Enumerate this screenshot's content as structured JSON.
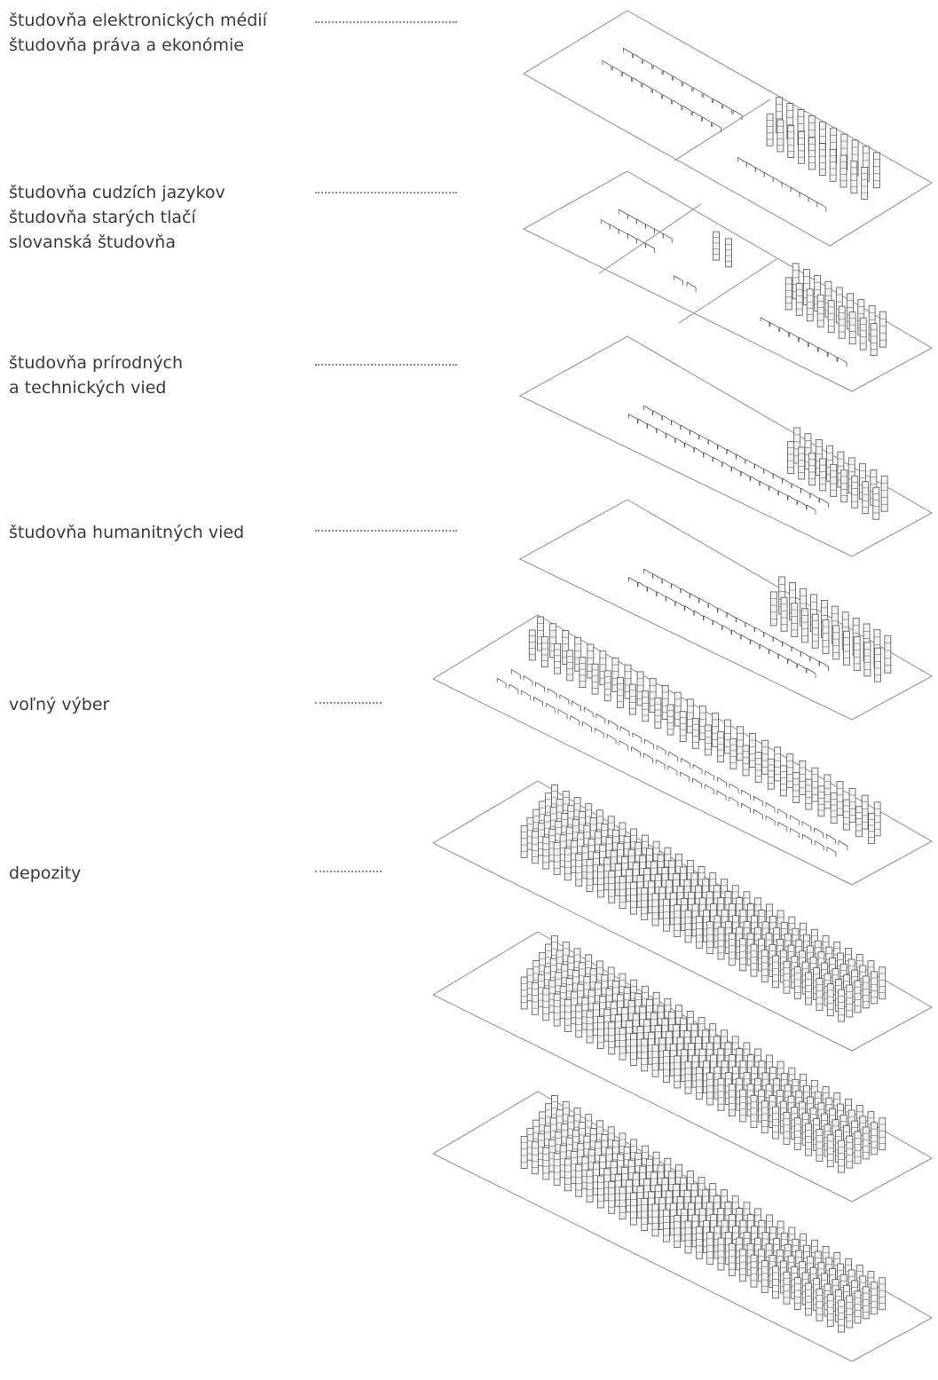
{
  "labels": [
    {
      "lines": [
        "študovňa elektronických médií",
        "študovňa práva a ekonómie"
      ]
    },
    {
      "lines": [
        "študovňa cudzích jazykov",
        "študovňa starých tlačí",
        "slovanská študovňa"
      ]
    },
    {
      "lines": [
        "študovňa prírodných",
        "a technických vied"
      ]
    },
    {
      "lines": [
        "študovňa humanitných vied"
      ]
    },
    {
      "lines": [
        "voľný výber"
      ]
    },
    {
      "lines": [
        "depozity"
      ]
    }
  ],
  "colors": {
    "line": "#8a8a8a",
    "text": "#3a3a3a",
    "shelf": "#555555"
  }
}
